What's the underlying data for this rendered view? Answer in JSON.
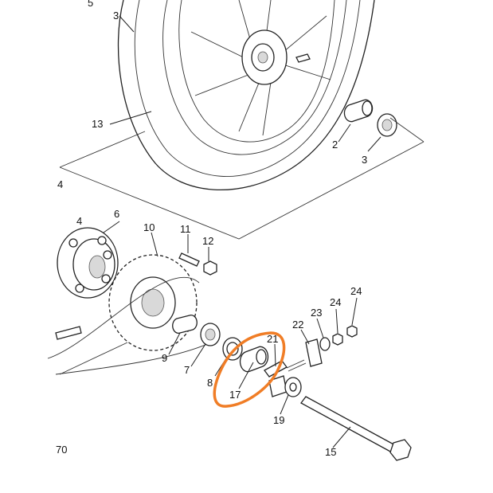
{
  "diagram": {
    "labels": [
      {
        "id": "top-5",
        "text": "5"
      },
      {
        "id": "top-3",
        "text": "3"
      },
      {
        "id": "wheel-13",
        "text": "13"
      },
      {
        "id": "hub-2",
        "text": "2"
      },
      {
        "id": "hub-3",
        "text": "3"
      },
      {
        "id": "side-4a",
        "text": "4"
      },
      {
        "id": "side-4b",
        "text": "4"
      },
      {
        "id": "damper-6",
        "text": "6"
      },
      {
        "id": "sprocket-10",
        "text": "10"
      },
      {
        "id": "bolt-11",
        "text": "11"
      },
      {
        "id": "nut-12",
        "text": "12"
      },
      {
        "id": "collar-9",
        "text": "9"
      },
      {
        "id": "bearing-7",
        "text": "7"
      },
      {
        "id": "seal-8",
        "text": "8"
      },
      {
        "id": "spacer-17",
        "text": "17"
      },
      {
        "id": "adjuster-21",
        "text": "21"
      },
      {
        "id": "plate-22",
        "text": "22"
      },
      {
        "id": "washer-23",
        "text": "23"
      },
      {
        "id": "nut-24a",
        "text": "24"
      },
      {
        "id": "nut-24b",
        "text": "24"
      },
      {
        "id": "washer-19",
        "text": "19"
      },
      {
        "id": "axle-15",
        "text": "15"
      },
      {
        "id": "corner-70",
        "text": "70"
      }
    ],
    "highlight_color": "#f07d26",
    "highlighted_part": "17"
  }
}
